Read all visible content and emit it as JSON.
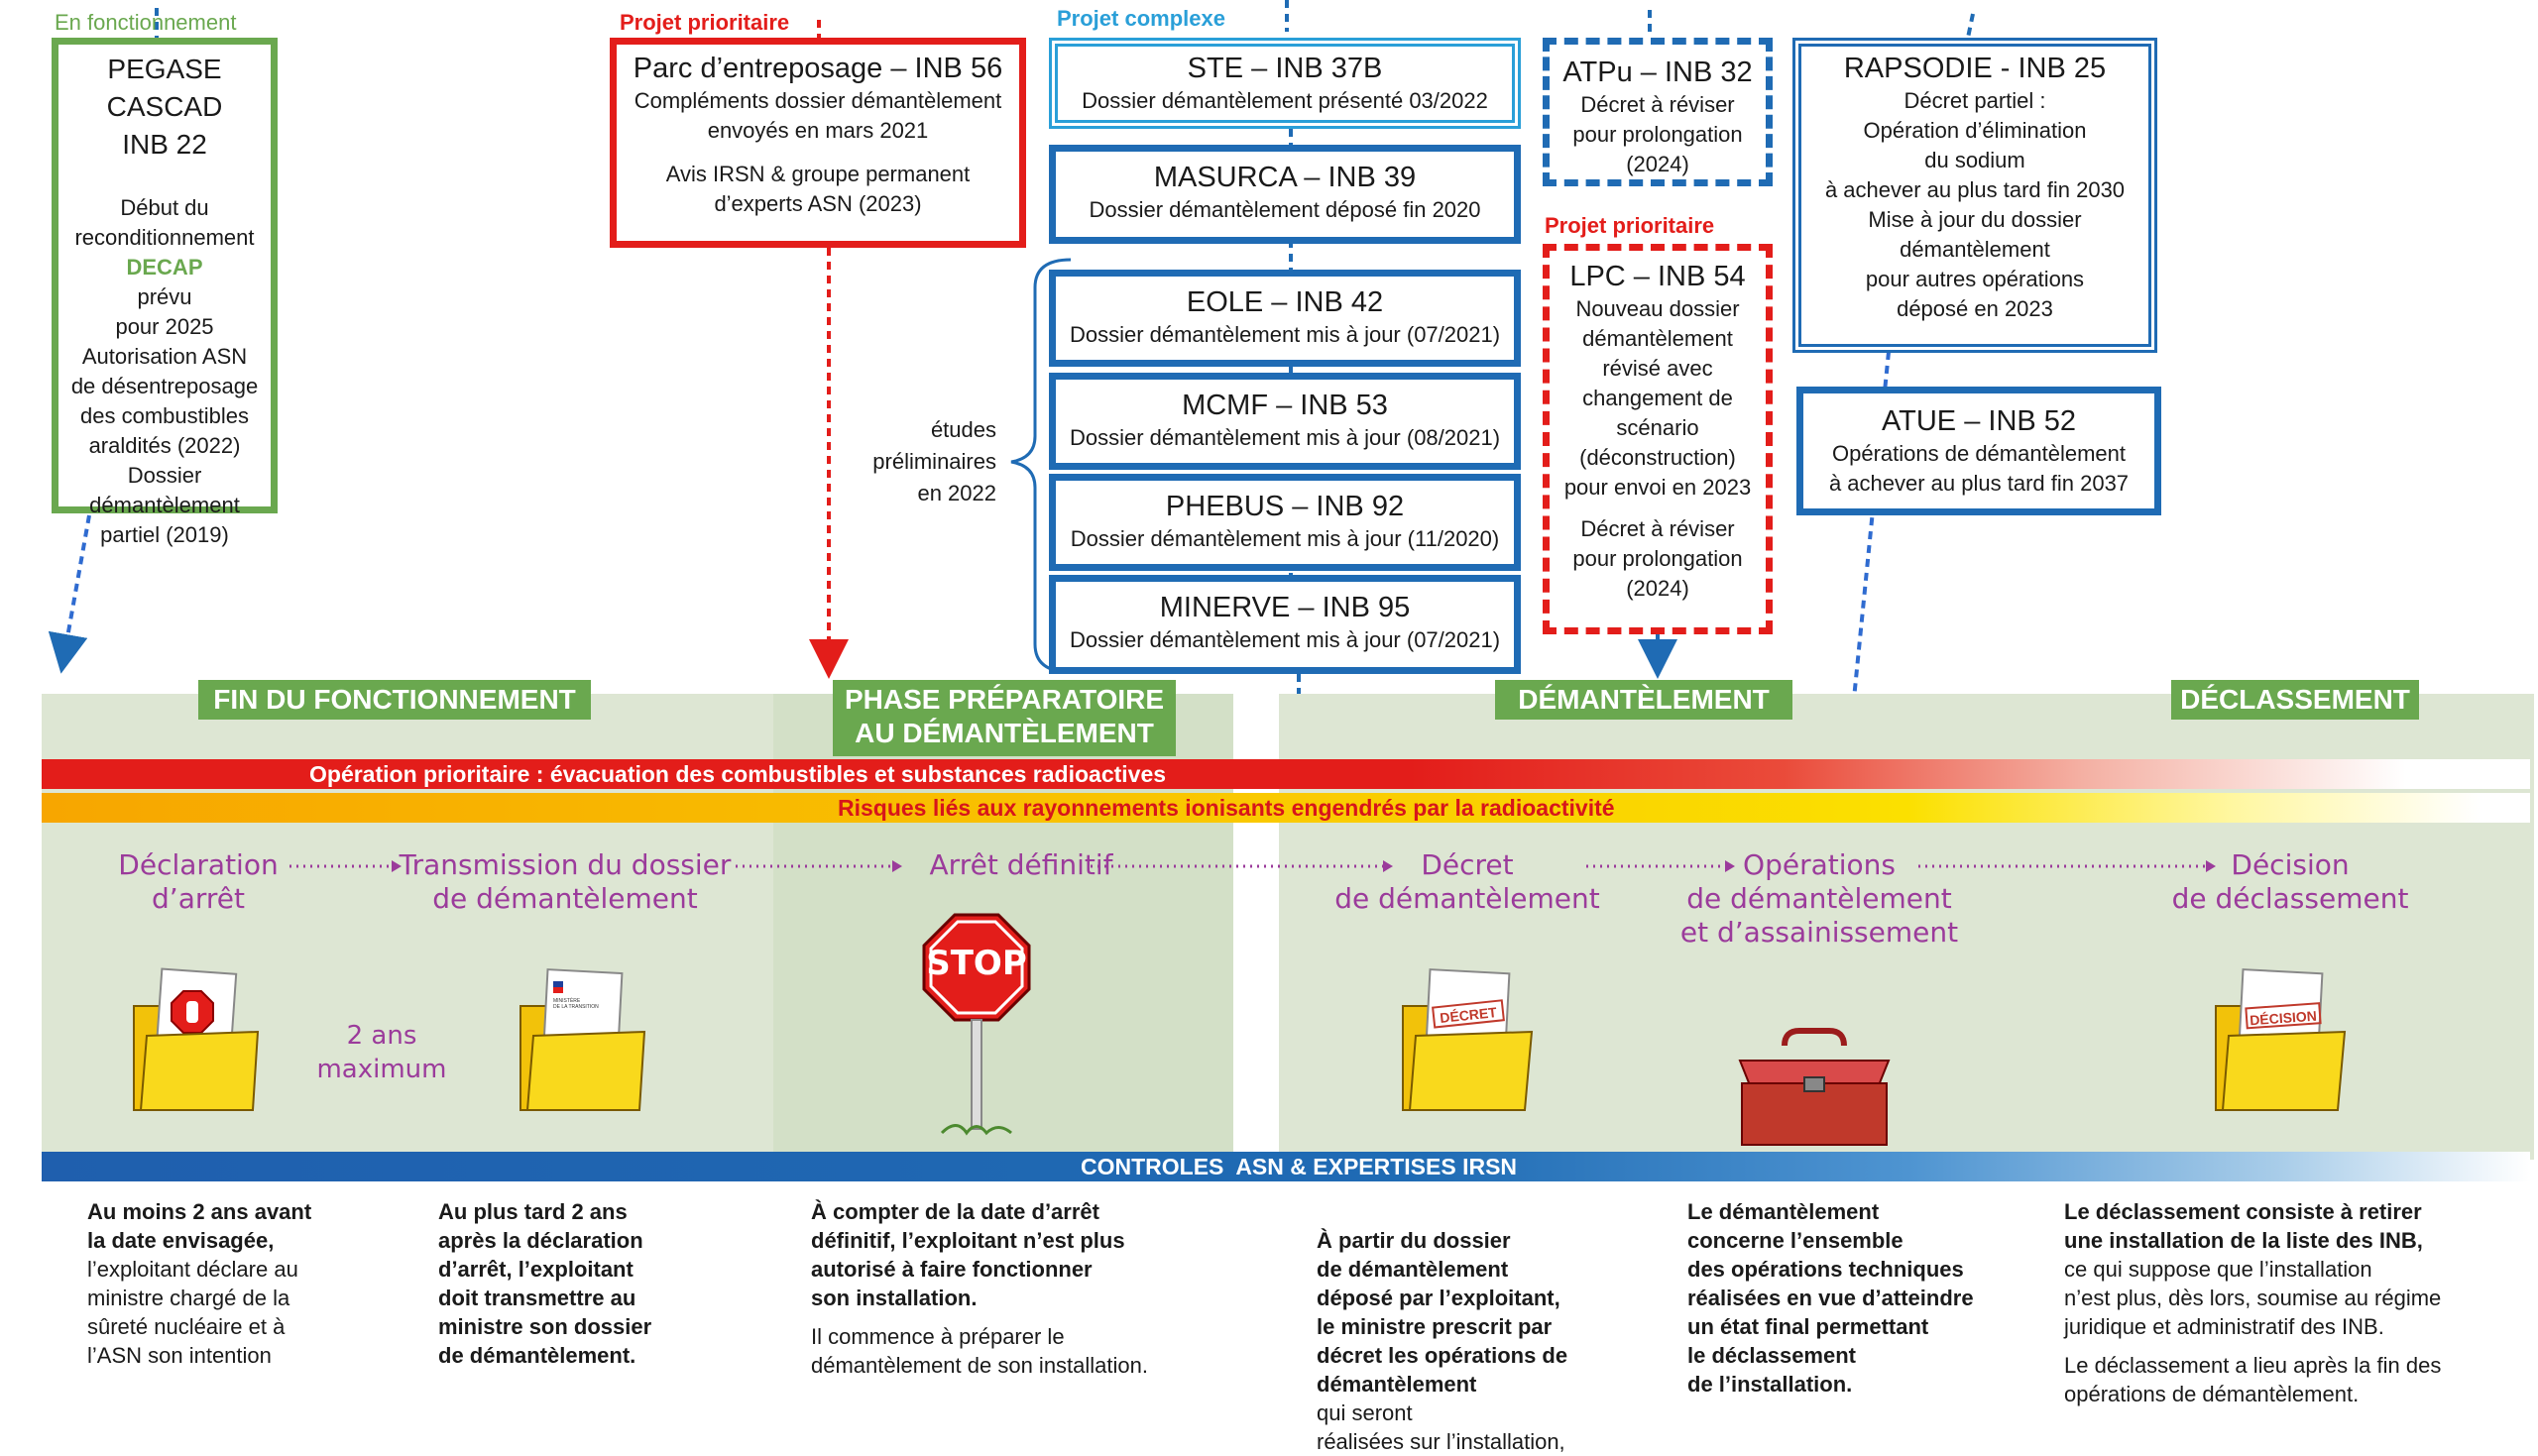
{
  "tags": {
    "en_fonctionnement": "En fonctionnement",
    "projet_prioritaire_1": "Projet prioritaire",
    "projet_complexe": "Projet complexe",
    "projet_prioritaire_2": "Projet prioritaire"
  },
  "boxes": {
    "pegase": {
      "title": "PEGASE\nCASCAD\nINB 22",
      "line1": "Début du\nreconditionnement",
      "decap": "DECAP",
      "line2": "prévu\npour 2025\nAutorisation ASN\nde désentreposage\ndes combustibles\naraldités (2022)\nDossier\ndémantèlement\npartiel (2019)"
    },
    "inb56": {
      "title": "Parc d’entreposage – INB 56",
      "desc1": "Compléments dossier démantèlement\nenvoyés en mars 2021",
      "desc2": "Avis IRSN & groupe permanent\nd’experts ASN (2023)"
    },
    "ste": {
      "title": "STE – INB 37B",
      "desc": "Dossier démantèlement présenté 03/2022"
    },
    "masurca": {
      "title": "MASURCA – INB 39",
      "desc": "Dossier démantèlement déposé fin 2020"
    },
    "eole": {
      "title": "EOLE – INB 42",
      "desc": "Dossier démantèlement mis à jour (07/2021)"
    },
    "mcmf": {
      "title": "MCMF – INB 53",
      "desc": "Dossier démantèlement mis à jour (08/2021)"
    },
    "phebus": {
      "title": "PHEBUS – INB 92",
      "desc": "Dossier démantèlement mis à jour (11/2020)"
    },
    "minerve": {
      "title": "MINERVE – INB 95",
      "desc": "Dossier démantèlement mis à jour (07/2021)"
    },
    "atpu": {
      "title": "ATPu – INB 32",
      "desc": "Décret à réviser\npour prolongation\n(2024)"
    },
    "lpc": {
      "title": "LPC – INB 54",
      "desc1": "Nouveau dossier\ndémantèlement\nrévisé avec\nchangement de\nscénario\n(déconstruction)\npour envoi en 2023",
      "desc2": "Décret à réviser\npour prolongation\n(2024)"
    },
    "rapsodie": {
      "title": "RAPSODIE - INB 25",
      "desc": "Décret partiel :\nOpération d’élimination\ndu sodium\nà achever au plus tard fin 2030\nMise à jour du dossier\ndémantèlement\npour autres opérations\ndéposé en 2023"
    },
    "atue": {
      "title": "ATUE – INB 52",
      "desc": "Opérations de démantèlement\nà achever au plus tard fin 2037"
    }
  },
  "etudes": "études\npréliminaires\nen 2022",
  "phases": {
    "fin": "FIN DU FONCTIONNEMENT",
    "prep": "PHASE PRÉPARATOIRE\nAU DÉMANTÈLEMENT",
    "dem": "DÉMANTÈLEMENT",
    "decl": "DÉCLASSEMENT"
  },
  "bars": {
    "operation": "Opération prioritaire : évacuation des combustibles et substances radioactives",
    "risques": "Risques liés aux rayonnements ionisants engendrés par la radioactivité",
    "controles": "CONTROLES  ASN & EXPERTISES IRSN"
  },
  "steps": {
    "s1": "Déclaration\nd’arrêt",
    "s2": "Transmission du dossier\nde démantèlement",
    "s3": "Arrêt définitif",
    "s4": "Décret\nde démantèlement",
    "s5": "Opérations\nde démantèlement\net d’assainissement",
    "s6": "Décision\nde déclassement",
    "deux_ans": "2 ans\nmaximum"
  },
  "illustrations": {
    "stop": "STOP",
    "decret": "DÉCRET",
    "decision": "DÉCISION",
    "ministere": "MINISTÈRE\nDE LA TRANSITION\nÉCOLOGIQUE"
  },
  "bottom": {
    "c1_bold": "Au moins 2 ans avant\nla date envisagée,",
    "c1_reg": "l’exploitant déclare au\nministre chargé de la\nsûreté nucléaire et à\nl’ASN son intention",
    "c2_bold": "Au plus tard 2 ans\naprès la déclaration\nd’arrêt, l’exploitant\ndoit transmettre au\nministre son dossier\nde démantèlement.",
    "c3_bold": "À compter de la date d’arrêt\ndéfinitif, l’exploitant n’est plus\nautorisé à faire fonctionner\nson installation.",
    "c3_reg": "Il commence à préparer le\ndémantèlement de son installation.",
    "c4_bold": "À partir du dossier\nde démantèlement\ndéposé par l’exploitant,\nle ministre prescrit par\ndécret les opérations de\ndémantèlement",
    "c4_reg": "qui seront\nréalisées sur l’installation,",
    "c5_bold": "Le démantèlement\nconcerne l’ensemble\ndes opérations techniques\nréalisées en vue d’atteindre\nun état final permettant\nle déclassement\nde l’installation.",
    "c6_bold": "Le déclassement consiste à retirer\nune installation de la liste des INB,",
    "c6_reg": "ce qui suppose que l’installation\nn’est plus, dès lors, soumise au régime\njuridique et administratif des INB.",
    "c6_reg2": "Le déclassement a lieu après la fin des\nopérations de démantèlement."
  },
  "colors": {
    "green": "#6aa84f",
    "red": "#e31d1a",
    "blue": "#1f6bb4",
    "cyan": "#2a9fd8",
    "purple": "#9b3b9b"
  }
}
